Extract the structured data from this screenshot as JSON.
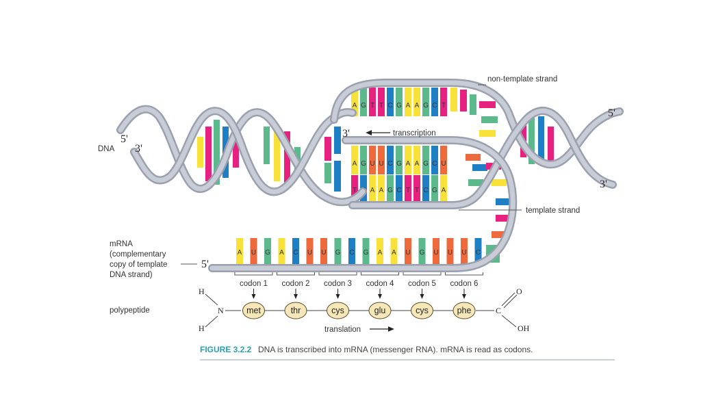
{
  "colors": {
    "adenine": "#f8e23a",
    "thymine": "#e6217f",
    "guanine": "#5bb98c",
    "cytosine": "#1f7fc4",
    "uracil": "#ee6a3c",
    "backbone": "#b8bcc8",
    "amino_acid_fill": "#f6e7b8",
    "caption_accent": "#2a9fb0"
  },
  "labels": {
    "dna": "DNA",
    "five_prime": "5'",
    "three_prime": "3'",
    "non_template_strand": "non-template strand",
    "template_strand": "template strand",
    "transcription": "transcription",
    "translation": "translation",
    "mrna_lines": [
      "mRNA",
      "(complementary",
      "copy of template",
      "DNA strand)"
    ],
    "polypeptide": "polypeptide",
    "H": "H",
    "N": "N",
    "C": "C",
    "O": "O",
    "OH": "OH"
  },
  "non_template_sequence": [
    "A",
    "G",
    "T",
    "T",
    "C",
    "G",
    "A",
    "A",
    "G",
    "C",
    "T"
  ],
  "mrna_in_bubble": [
    "A",
    "G",
    "U",
    "U",
    "C",
    "G",
    "A",
    "A",
    "G",
    "C",
    "U"
  ],
  "template_sequence": [
    "T",
    "C",
    "A",
    "A",
    "G",
    "C",
    "T",
    "T",
    "C",
    "G",
    "A"
  ],
  "mrna_strand": [
    "A",
    "U",
    "G",
    "A",
    "C",
    "U",
    "U",
    "G",
    "C",
    "G",
    "A",
    "A",
    "U",
    "G",
    "U",
    "U",
    "U",
    "C"
  ],
  "codons": [
    {
      "label": "codon 1",
      "amino_acid": "met"
    },
    {
      "label": "codon 2",
      "amino_acid": "thr"
    },
    {
      "label": "codon 3",
      "amino_acid": "cys"
    },
    {
      "label": "codon 4",
      "amino_acid": "glu"
    },
    {
      "label": "codon 5",
      "amino_acid": "cys"
    },
    {
      "label": "codon 6",
      "amino_acid": "phe"
    }
  ],
  "caption": {
    "figure_number": "FIGURE 3.2.2",
    "text": "DNA is transcribed into mRNA (messenger RNA). mRNA is read as codons."
  }
}
